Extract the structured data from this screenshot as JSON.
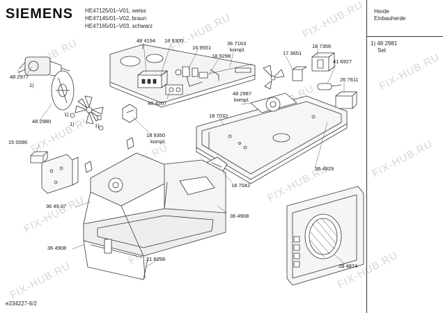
{
  "header": {
    "brand": "SIEMENS",
    "models": [
      "HE47125/01–V01, weiss",
      "HE47145/01–V02, braun",
      "HE47165/01–V03, schwarz"
    ],
    "category": "Herde",
    "subcategory": "Einbauherde"
  },
  "side_note": {
    "ref": "1) 48 2981",
    "label": "Set"
  },
  "footer": {
    "code": "e234227-6/2"
  },
  "watermark": "FIX-HUB.RU",
  "part_labels": {
    "p484194": "48 4194",
    "p189300": "18 9300",
    "p169551": "16 9551",
    "p367163": "36 7163",
    "kompl1": "kompl.",
    "p189298": "18 9298",
    "p173651": "17 3651",
    "p187356": "18 7356",
    "p416927": "41 6927",
    "p267611": "26 7611",
    "p482977": "48 2977",
    "one1": "1)",
    "one2": "1)",
    "one3": "1)",
    "one4": "1)",
    "p482980": "48 2980",
    "p484207": "48 4207",
    "p482987": "48 2987",
    "kompl2": "kompl.",
    "p187032": "18 7032",
    "p189350": "18 9350",
    "kompl3": "kompl.",
    "p150096": "15 0096",
    "p364929": "36 4929",
    "p187042": "18 7042",
    "p364907": "36 49 07",
    "p364908a": "36 4908",
    "p364908b": "36 4908",
    "p218298": "21 8298",
    "p284874": "28 4874"
  }
}
